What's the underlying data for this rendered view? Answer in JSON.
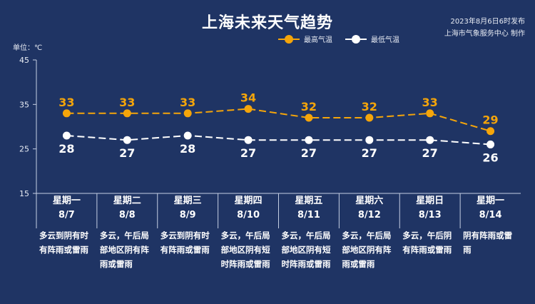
{
  "title": "上海未来天气趋势",
  "publish": {
    "date": "2023年8月6日6时发布",
    "source": "上海市气象服务中心 制作"
  },
  "unit_label": "单位：℃",
  "colors": {
    "background": "#1f3464",
    "max_series": "#f5a50a",
    "min_series": "#ffffff",
    "grid": "#c5cfe3"
  },
  "chart_data": {
    "type": "line",
    "title": "上海未来天气趋势",
    "ylabel": "单位：℃",
    "ylim": [
      15,
      45
    ],
    "yticks": [
      15,
      25,
      35,
      45
    ],
    "grid": false,
    "legend_position": "top-right",
    "categories": [
      "8/7",
      "8/8",
      "8/9",
      "8/10",
      "8/11",
      "8/12",
      "8/13",
      "8/14"
    ],
    "series": [
      {
        "name": "最高气温",
        "values": [
          33,
          33,
          33,
          34,
          32,
          32,
          33,
          29
        ]
      },
      {
        "name": "最低气温",
        "values": [
          28,
          27,
          28,
          27,
          27,
          27,
          27,
          26
        ]
      }
    ]
  },
  "days": [
    {
      "weekday": "星期一",
      "date": "8/7",
      "weather_lines": [
        "多云到阴有时",
        "有阵雨或雷雨"
      ]
    },
    {
      "weekday": "星期二",
      "date": "8/8",
      "weather_lines": [
        "多云，午后局",
        "部地区阴有阵",
        "雨或雷雨"
      ]
    },
    {
      "weekday": "星期三",
      "date": "8/9",
      "weather_lines": [
        "多云到阴有时",
        "有阵雨或雷雨"
      ]
    },
    {
      "weekday": "星期四",
      "date": "8/10",
      "weather_lines": [
        "多云，午后局",
        "部地区阴有短",
        "时阵雨或雷雨"
      ]
    },
    {
      "weekday": "星期五",
      "date": "8/11",
      "weather_lines": [
        "多云，午后局",
        "部地区阴有短",
        "时阵雨或雷雨"
      ]
    },
    {
      "weekday": "星期六",
      "date": "8/12",
      "weather_lines": [
        "多云，午后局",
        "部地区阴有阵",
        "雨或雷雨"
      ]
    },
    {
      "weekday": "星期日",
      "date": "8/13",
      "weather_lines": [
        "多云，午后阴",
        "有阵雨或雷雨"
      ]
    },
    {
      "weekday": "星期一",
      "date": "8/14",
      "weather_lines": [
        "阴有阵雨或雷",
        "雨"
      ]
    }
  ]
}
